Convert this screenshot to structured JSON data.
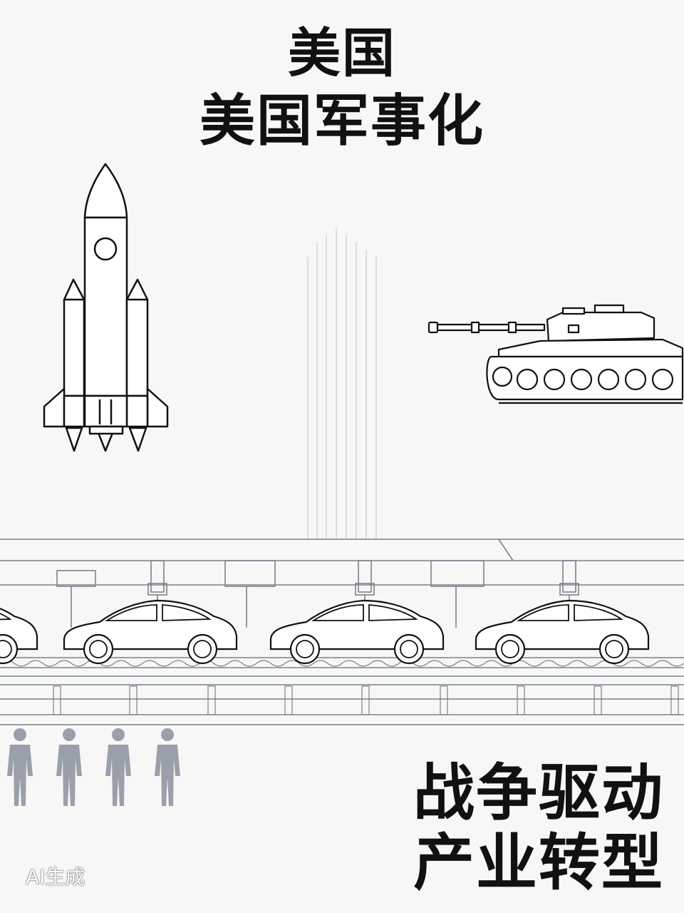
{
  "title": {
    "line1": "美国",
    "line2": "美国军事化"
  },
  "slogan": {
    "line1": "战争驱动",
    "line2": "产业转型"
  },
  "watermark": "AI生成",
  "colors": {
    "background": "#f7f7f5",
    "ink": "#111111",
    "line": "#7a8290",
    "worker": "#9aa0aa"
  },
  "icons": [
    "rocket-icon",
    "tank-icon",
    "car-icon",
    "worker-icon"
  ]
}
